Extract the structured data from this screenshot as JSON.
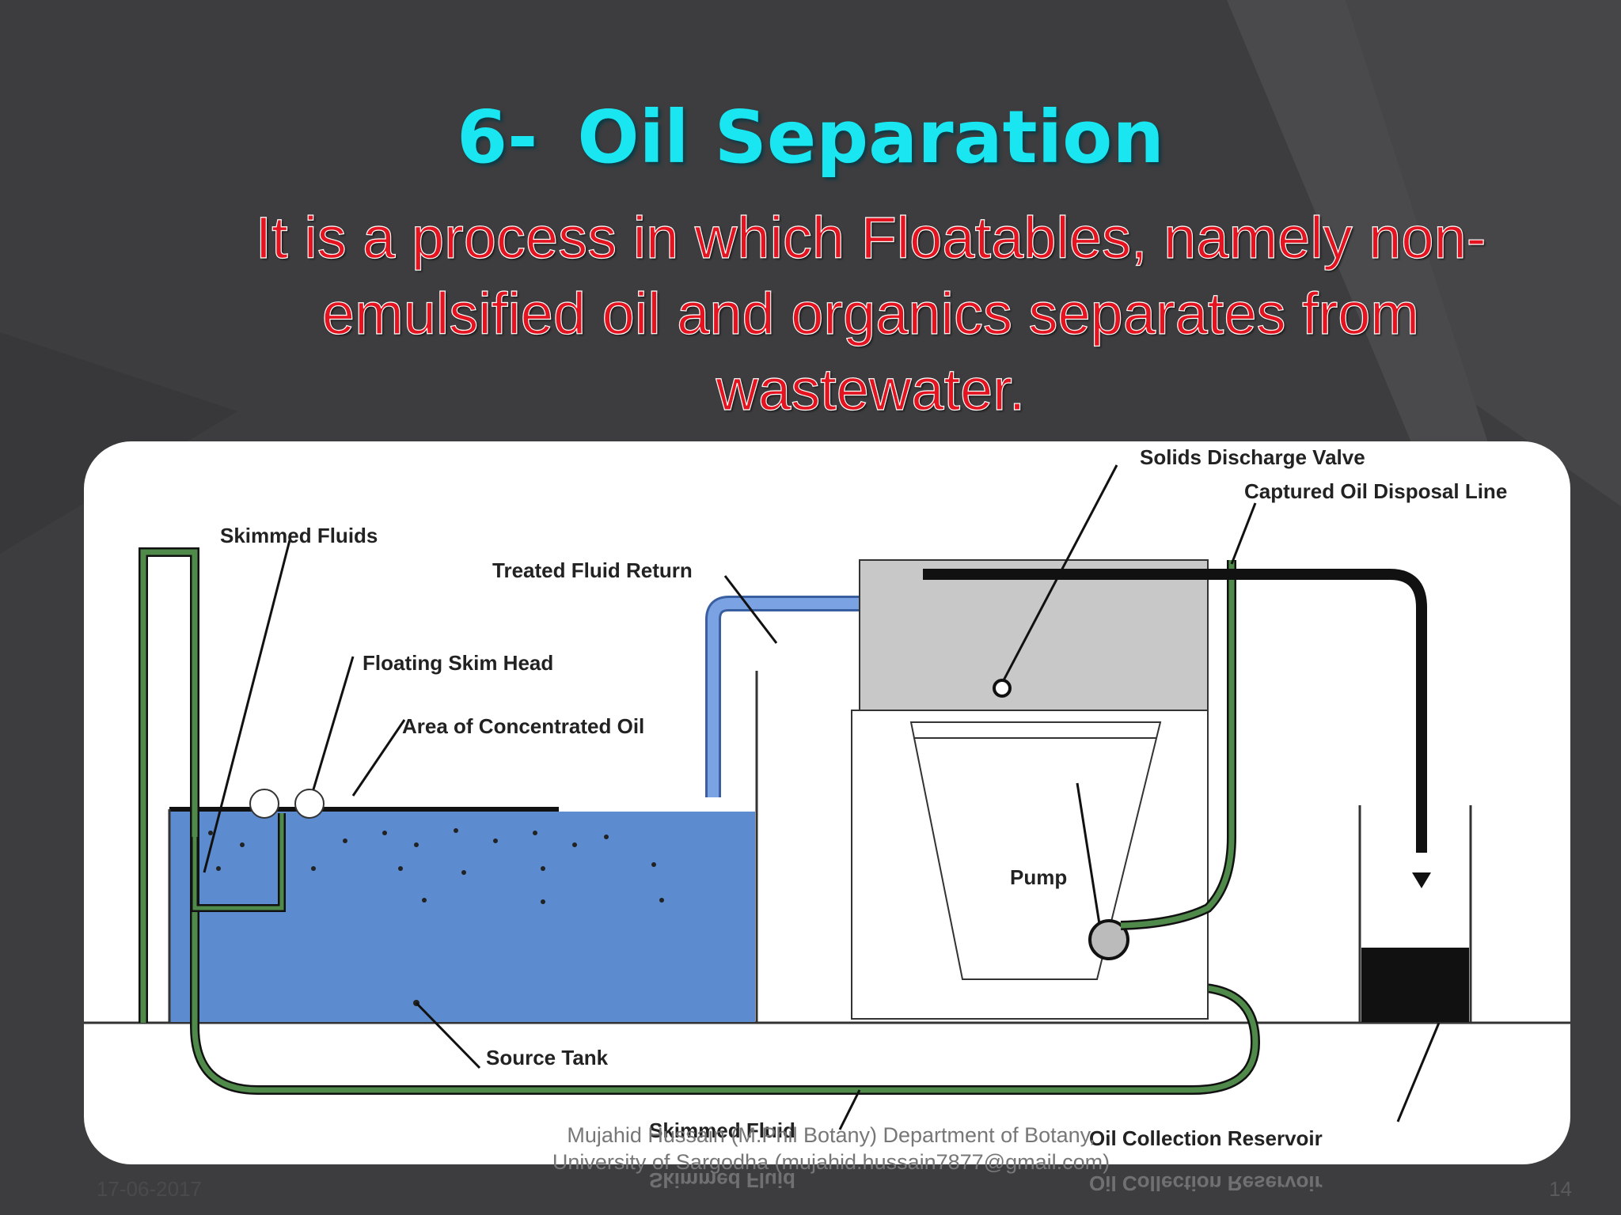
{
  "slide": {
    "title_number": "6-",
    "title_text": "Oil Separation",
    "subtitle": "It is a process in which Floatables, namely non-emulsified oil and organics separates from wastewater."
  },
  "diagram": {
    "labels": {
      "skimmed_fluids": "Skimmed Fluids",
      "treated_fluid_return": "Treated Fluid Return",
      "floating_skim_head": "Floating Skim Head",
      "area_concentrated_oil": "Area of Concentrated Oil",
      "solids_discharge_valve": "Solids Discharge Valve",
      "captured_oil_disposal_line": "Captured Oil Disposal Line",
      "pump": "Pump",
      "source_tank": "Source Tank",
      "skimmed_fluid": "Skimmed Fluid",
      "oil_collection_reservoir": "Oil Collection Reservoir"
    },
    "colors": {
      "water": "#5c8bd0",
      "pipe_green": "#4f8a4a",
      "separator_gray": "#c8c8c8",
      "oil_black": "#111111"
    }
  },
  "footer": {
    "author": "Mujahid Hussain (M.Phil Botany) Department of Botany, University of Sargodha (mujahid.hussain7877@gmail.com)",
    "date": "17-06-2017",
    "page": "14"
  }
}
